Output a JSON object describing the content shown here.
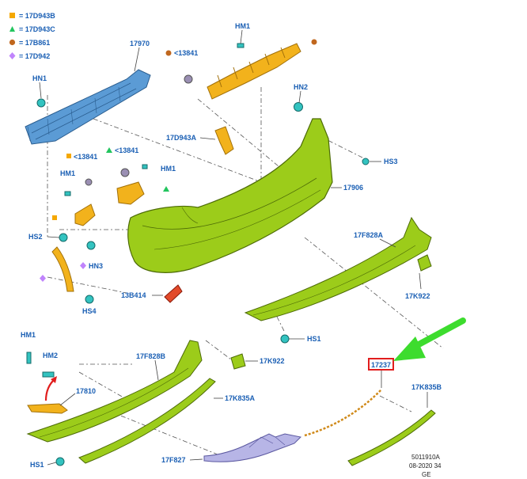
{
  "legend": [
    {
      "symbol": "square",
      "color": "#f5a800",
      "text": "= 17D943B"
    },
    {
      "symbol": "triangle",
      "color": "#22c55e",
      "text": "= 17D943C"
    },
    {
      "symbol": "circle",
      "color": "#c0671e",
      "text": "= 17B861"
    },
    {
      "symbol": "diamond",
      "color": "#c084fc",
      "text": "= 17D942"
    }
  ],
  "labels": {
    "hm1_top": "HM1",
    "hn1": "HN1",
    "p17970": "17970",
    "c13841_top": "<13841",
    "hn2": "HN2",
    "hs3": "HS3",
    "p17d943a": "17D943A",
    "s13841": "<13841",
    "t13841": "<13841",
    "hm1_mid": "HM1",
    "hm1_left": "HM1",
    "p17906": "17906",
    "hs2": "HS2",
    "hn3": "HN3",
    "p17f828a": "17F828A",
    "p13b414": "13B414",
    "hs4": "HS4",
    "p17k922_right": "17K922",
    "hs1_mid": "HS1",
    "hm1_low": "HM1",
    "hm2": "HM2",
    "p17f828b": "17F828B",
    "p17k922_mid": "17K922",
    "p17237": "17237",
    "p17810": "17810",
    "p17k835a": "17K835A",
    "p17k835b": "17K835B",
    "hs1_low": "HS1",
    "p17f827": "17F827",
    "footer_code": "5011910A",
    "footer_date": "08-2020 34",
    "footer_region": "GE"
  },
  "colors": {
    "label_blue": "#1a5fb4",
    "bumper_green": "#9ccc1a",
    "beam_blue": "#5b9bd5",
    "bracket_yellow": "#f2b21c",
    "callout_red": "#e11d1d",
    "arrow_green": "#3ddc2e",
    "teal_fastener": "#33c3c0"
  }
}
